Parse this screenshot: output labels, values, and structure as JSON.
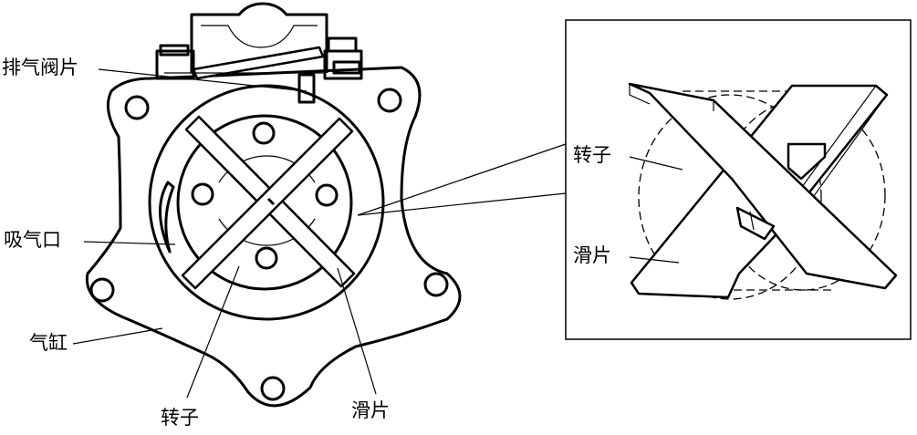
{
  "labels": {
    "exhaust_valve": "排气阀片",
    "intake_port": "吸气口",
    "cylinder": "气缸",
    "rotor_bottom": "转子",
    "vane_bottom": "滑片",
    "rotor_inset": "转子",
    "vane_inset": "滑片"
  }
}
